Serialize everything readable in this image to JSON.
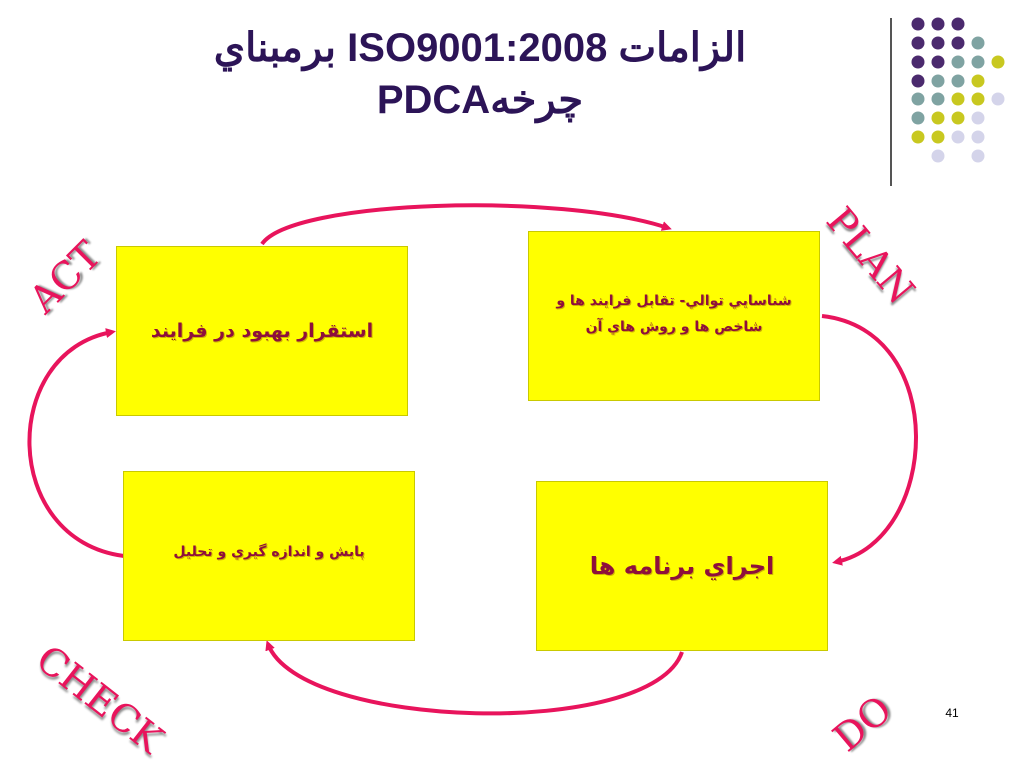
{
  "slide": {
    "title_line1": "الزامات ISO9001:2008 برمبناي",
    "title_line2": "چرخهPDCA",
    "page_number": "41"
  },
  "boxes": {
    "act": "استقرار بهبود در فرايند",
    "plan": "شناسايي توالي- تقابل فرايند ها و شاخص ها و روش هاي آن",
    "check": "پايش و اندازه گيري و تحليل",
    "do": "اجراي برنامه ها"
  },
  "stages": {
    "act": "ACT",
    "plan": "PLAN",
    "check": "CHECK",
    "do": "DO"
  },
  "colors": {
    "title": "#2c1457",
    "box_fill": "#ffff00",
    "box_text": "#8e0f3c",
    "arrow": "#e8145c",
    "stage_label": "#e8145c",
    "dot_purple": "#4b2a6e",
    "dot_teal": "#7fa3a2",
    "dot_olive": "#c8c820",
    "dot_lavender": "#d4d4ea"
  }
}
